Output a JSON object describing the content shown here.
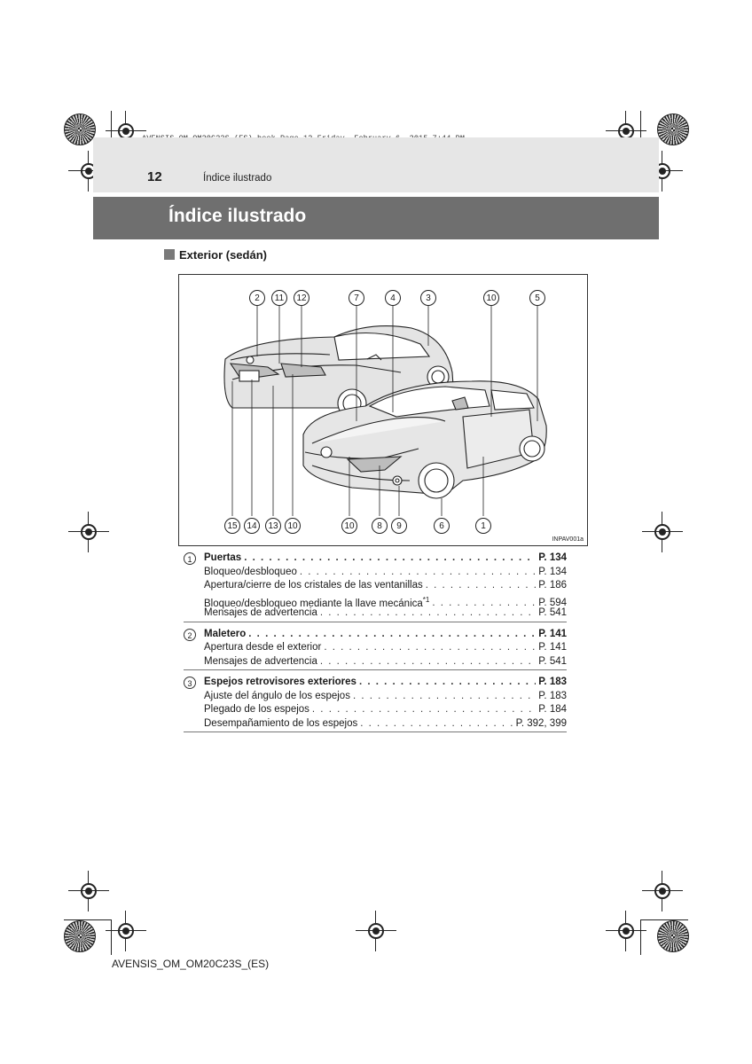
{
  "file_header": "AVENSIS_OM_OM20C23S_(ES).book  Page 12  Friday, February 6, 2015  7:44 PM",
  "header": {
    "page_number": "12",
    "section": "Índice ilustrado"
  },
  "title": "Índice ilustrado",
  "subsection": "Exterior (sedán)",
  "figure": {
    "code": "INPAV001a",
    "top_callouts": [
      "2",
      "11",
      "12",
      "7",
      "4",
      "3",
      "10",
      "5"
    ],
    "bottom_callouts": [
      "15",
      "14",
      "13",
      "10",
      "10",
      "8",
      "9",
      "6",
      "1"
    ]
  },
  "entries": [
    {
      "num": "1",
      "rows": [
        {
          "label": "Puertas",
          "page": "P. 134",
          "bold": true
        },
        {
          "label": "Bloqueo/desbloqueo",
          "page": "P. 134",
          "bold": false
        },
        {
          "label": "Apertura/cierre de los cristales de las ventanillas",
          "page": "P. 186",
          "bold": false
        },
        {
          "label": "Bloqueo/desbloqueo mediante la llave mecánica",
          "sup": "*1",
          "page": "P. 594",
          "bold": false
        },
        {
          "label": "Mensajes de advertencia",
          "page": "P. 541",
          "bold": false
        }
      ]
    },
    {
      "num": "2",
      "rows": [
        {
          "label": "Maletero",
          "page": "P. 141",
          "bold": true
        },
        {
          "label": "Apertura desde el exterior",
          "page": "P. 141",
          "bold": false
        },
        {
          "label": "Mensajes de advertencia",
          "page": "P. 541",
          "bold": false
        }
      ]
    },
    {
      "num": "3",
      "rows": [
        {
          "label": "Espejos retrovisores exteriores",
          "page": "P. 183",
          "bold": true
        },
        {
          "label": "Ajuste del ángulo de los espejos",
          "page": "P. 183",
          "bold": false
        },
        {
          "label": "Plegado de los espejos",
          "page": "P. 184",
          "bold": false
        },
        {
          "label": "Desempañamiento de los espejos",
          "page": "P. 392, 399",
          "bold": false
        }
      ]
    }
  ],
  "footer": "AVENSIS_OM_OM20C23S_(ES)"
}
